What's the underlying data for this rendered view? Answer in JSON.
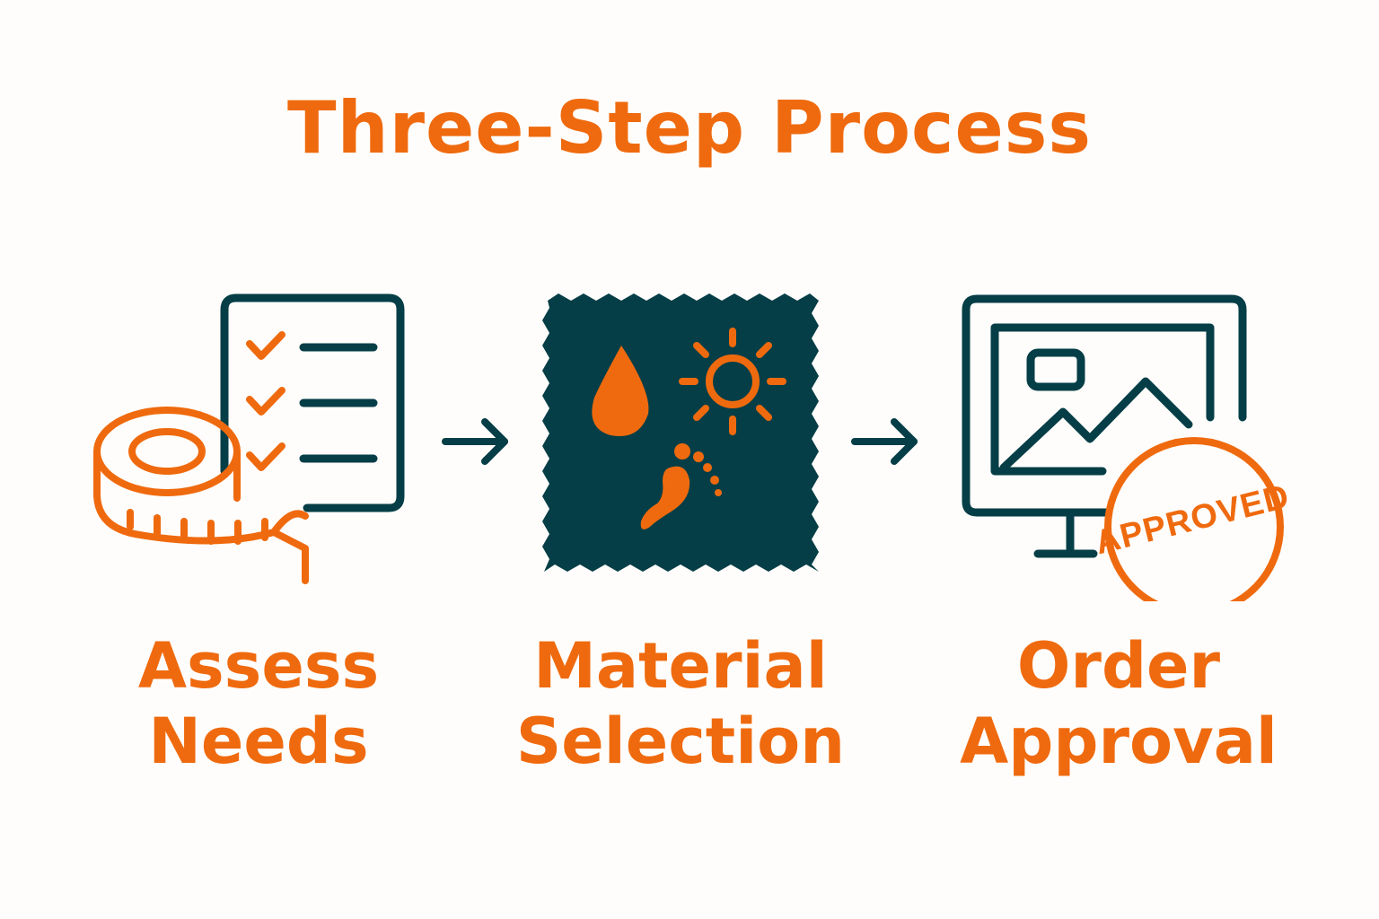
{
  "title": "Three-Step Process",
  "colors": {
    "accent": "#ef6a0e",
    "dark": "#063e47",
    "background": "#fffdfb"
  },
  "steps": [
    {
      "label_line1": "Assess",
      "label_line2": "Needs",
      "icons": [
        "measuring-tape-icon",
        "checklist-icon"
      ]
    },
    {
      "label_line1": "Material",
      "label_line2": "Selection",
      "icons": [
        "fabric-swatch-icon",
        "water-drop-icon",
        "sun-icon",
        "footprint-icon"
      ]
    },
    {
      "label_line1": "Order",
      "label_line2": "Approval",
      "icons": [
        "monitor-icon",
        "image-icon",
        "approved-stamp-icon"
      ],
      "stamp_text": "APPROVED"
    }
  ],
  "connectors": [
    "arrow-right-icon",
    "arrow-right-icon"
  ]
}
